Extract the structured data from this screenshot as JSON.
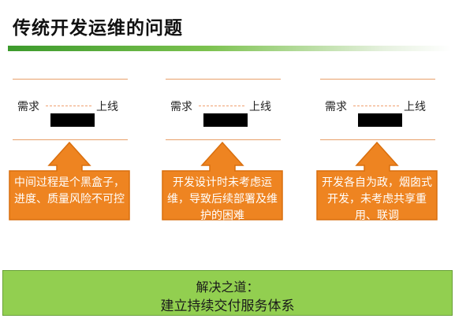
{
  "title": "传统开发运维的问题",
  "colors": {
    "title_bar": "#3c9a2c",
    "callout_fill": "#ee8421",
    "callout_border": "#d96f0e",
    "rule_line": "#e8a06a",
    "solution_fill": "#92cf50"
  },
  "panels": [
    {
      "need_label": "需求",
      "online_label": "上线",
      "callout": "中间过程是个黑盒子，进度、质量风险不可控"
    },
    {
      "need_label": "需求",
      "online_label": "上线",
      "callout": "开发设计时未考虑运维，导致后续部署及维护的困难"
    },
    {
      "need_label": "需求",
      "online_label": "上线",
      "callout": "开发各自为政，烟囱式开发，未考虑共享重用、联调"
    }
  ],
  "solution": {
    "heading": "解决之道：",
    "text": "建立持续交付服务体系"
  }
}
